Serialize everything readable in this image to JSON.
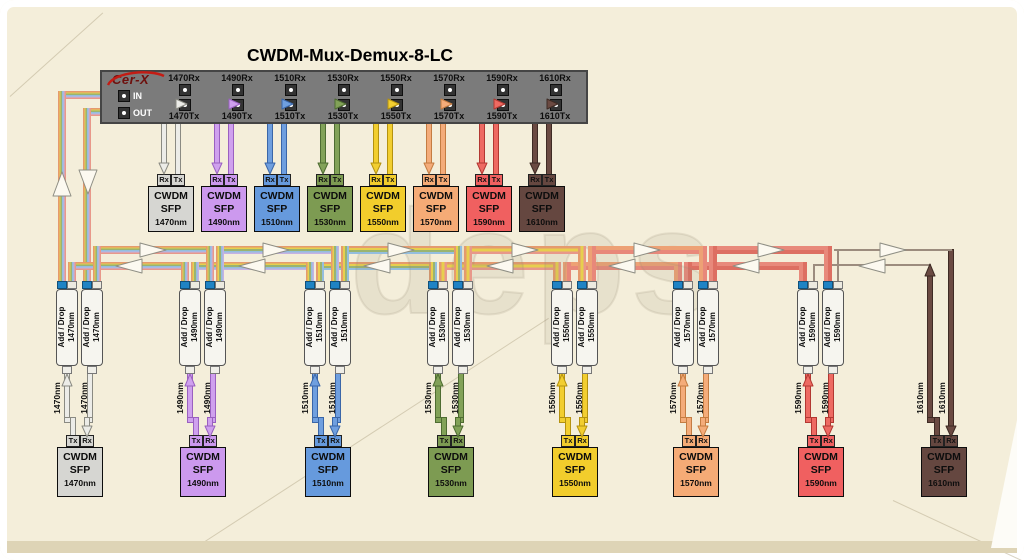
{
  "title": "CWDM-Mux-Demux-8-LC",
  "brand": "Cer-X",
  "watermark": "deps",
  "mux": {
    "in_label": "IN",
    "out_label": "OUT"
  },
  "labels": {
    "cwdm": "CWDM",
    "sfp": "SFP",
    "rx": "Rx",
    "tx": "Tx",
    "add_drop": "Add / Drop"
  },
  "channels": [
    {
      "wavelength": "1470nm",
      "rx_port": "1470Rx",
      "tx_port": "1470Tx",
      "color": "#d6d6d2",
      "line_color": "#ECECE8"
    },
    {
      "wavelength": "1490nm",
      "rx_port": "1490Rx",
      "tx_port": "1490Tx",
      "color": "#cc99ee",
      "line_color": "#cfa0ee"
    },
    {
      "wavelength": "1510nm",
      "rx_port": "1510Rx",
      "tx_port": "1510Tx",
      "color": "#669add",
      "line_color": "#6f9fdf"
    },
    {
      "wavelength": "1530nm",
      "rx_port": "1530Rx",
      "tx_port": "1530Tx",
      "color": "#7d9b52",
      "line_color": "#82a258"
    },
    {
      "wavelength": "1550nm",
      "rx_port": "1550Rx",
      "tx_port": "1550Tx",
      "color": "#f2cd2c",
      "line_color": "#f2ce30"
    },
    {
      "wavelength": "1570nm",
      "rx_port": "1570Rx",
      "tx_port": "1570Tx",
      "color": "#f5ab76",
      "line_color": "#f4ac7a"
    },
    {
      "wavelength": "1590nm",
      "rx_port": "1590Rx",
      "tx_port": "1590Tx",
      "color": "#f06060",
      "line_color": "#ee6a62"
    },
    {
      "wavelength": "1610nm",
      "rx_port": "1610Rx",
      "tx_port": "1610Tx",
      "color": "#654740",
      "line_color": "#6b4a42"
    }
  ],
  "colors": {
    "background": "#f4eeda",
    "frame": "#ffffff",
    "bottom_strip": "#ded4b6",
    "mux_body": "#7b7b7b",
    "mux_border": "#454545",
    "port_square": "#333333",
    "brand_red": "#6e0f0c",
    "addrop_cap_blue": "#1f83c4",
    "trunk_strands": [
      "#e59a6e",
      "#e7cf4e",
      "#9ab470",
      "#94bede",
      "#c5b2e2",
      "#e8988a"
    ],
    "trunk_thin": "#9c8c7e",
    "arrow_white": "#fcf9f0"
  }
}
